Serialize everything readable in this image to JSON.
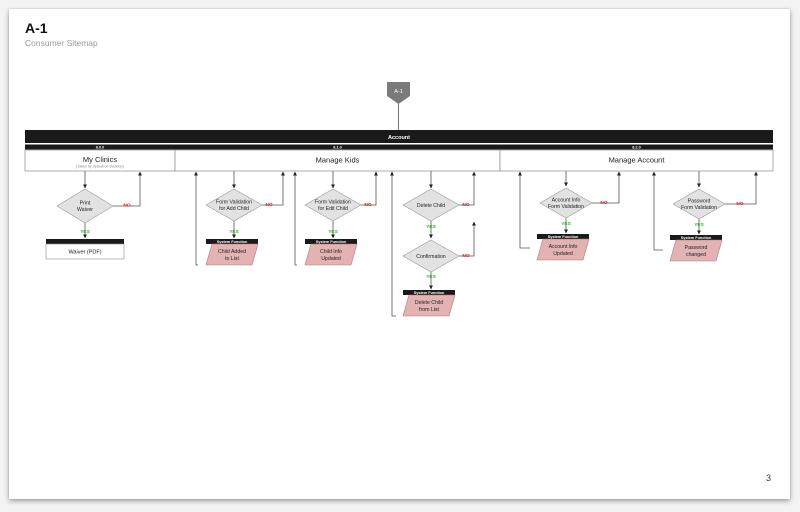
{
  "page": {
    "title": "A-1",
    "subtitle": "Consumer Sitemap",
    "page_number": "3"
  },
  "colors": {
    "bar": "#1a1a1a",
    "top_marker": "#7a7a7a",
    "diamond_fill": "#e2e2e2",
    "function_fill": "#e3b2b2",
    "yes": "#2fb12f",
    "no": "#d42020"
  },
  "diagram": {
    "top_marker": "A-1",
    "root": "Account",
    "sections": [
      {
        "number": "8.0.0",
        "title": "My Clinics",
        "note": "(Taken by default on Desktop)"
      },
      {
        "number": "8.1.0",
        "title": "Manage Kids",
        "note": ""
      },
      {
        "number": "8.2.0",
        "title": "Manage Account",
        "note": ""
      }
    ],
    "decisions": {
      "print_waiver": [
        "Print",
        "Waiver"
      ],
      "form_add_child": [
        "Form Validation",
        "for Add Child"
      ],
      "form_edit_child": [
        "Form Validation",
        "for Edit Child"
      ],
      "delete_child": [
        "Delete Child"
      ],
      "confirmation": [
        "Confirmation"
      ],
      "account_info": [
        "Account Info",
        "Form Validation"
      ],
      "password": [
        "Password",
        "Form Validation"
      ]
    },
    "functions": {
      "child_added": [
        "Child Added",
        "to List"
      ],
      "child_updated": [
        "Child Info",
        "Updated"
      ],
      "delete_from_list": [
        "Delete Child",
        "from List"
      ],
      "account_updated": [
        "Account Info",
        "Updated"
      ],
      "password_changed": [
        "Password",
        "changed"
      ]
    },
    "pages": {
      "waiver_pdf": "Waiver (PDF)"
    },
    "labels": {
      "system_function": "System Function",
      "yes": "YES",
      "no": "NO"
    }
  }
}
